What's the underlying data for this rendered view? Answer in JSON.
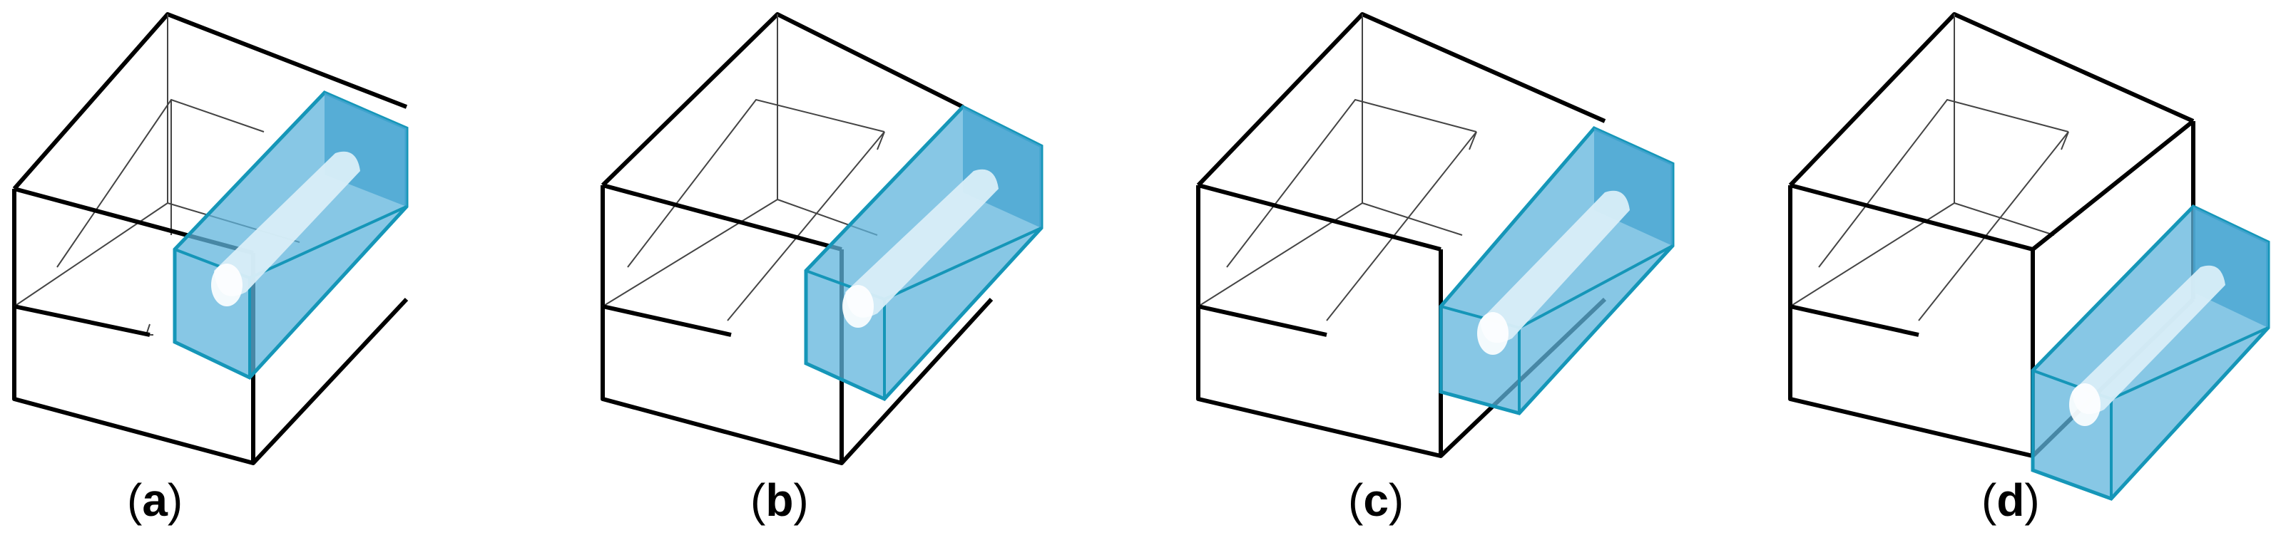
{
  "panels": [
    {
      "letter": "a"
    },
    {
      "letter": "b"
    },
    {
      "letter": "c"
    },
    {
      "letter": "d"
    }
  ],
  "colors": {
    "frame": "#000000",
    "inner_line": "#555555",
    "module_fill": "#5fb4dc",
    "module_edge": "#1596b8",
    "cylinder": "#d9eef8"
  }
}
